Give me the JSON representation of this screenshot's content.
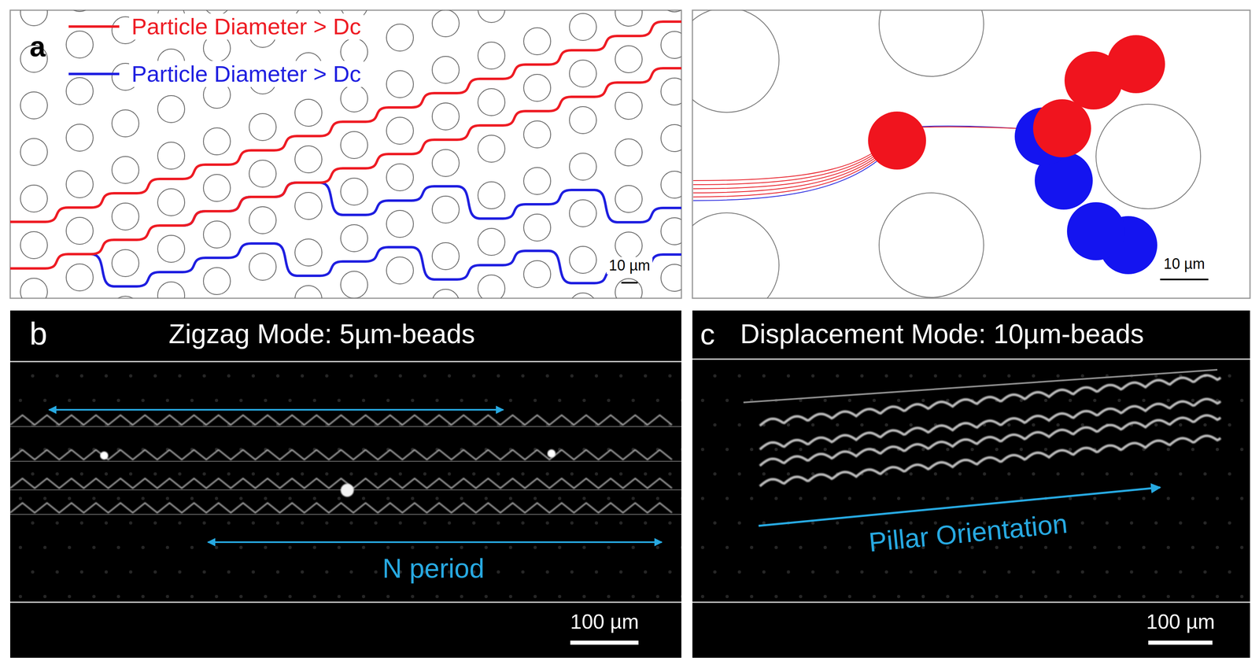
{
  "diagram": {
    "labels": [
      "a",
      "10 µm",
      "10 µm",
      "b",
      "Zigzag Mode: 5µm-beads",
      "N period",
      "100 µm",
      "c",
      "Displacement Mode: 10µm-beads",
      "Pillar Orientation",
      "100 µm"
    ],
    "legend": [
      {
        "text": "Particle Diameter > Dc"
      },
      {
        "text": "Particle Diameter > Dc"
      }
    ]
  }
}
